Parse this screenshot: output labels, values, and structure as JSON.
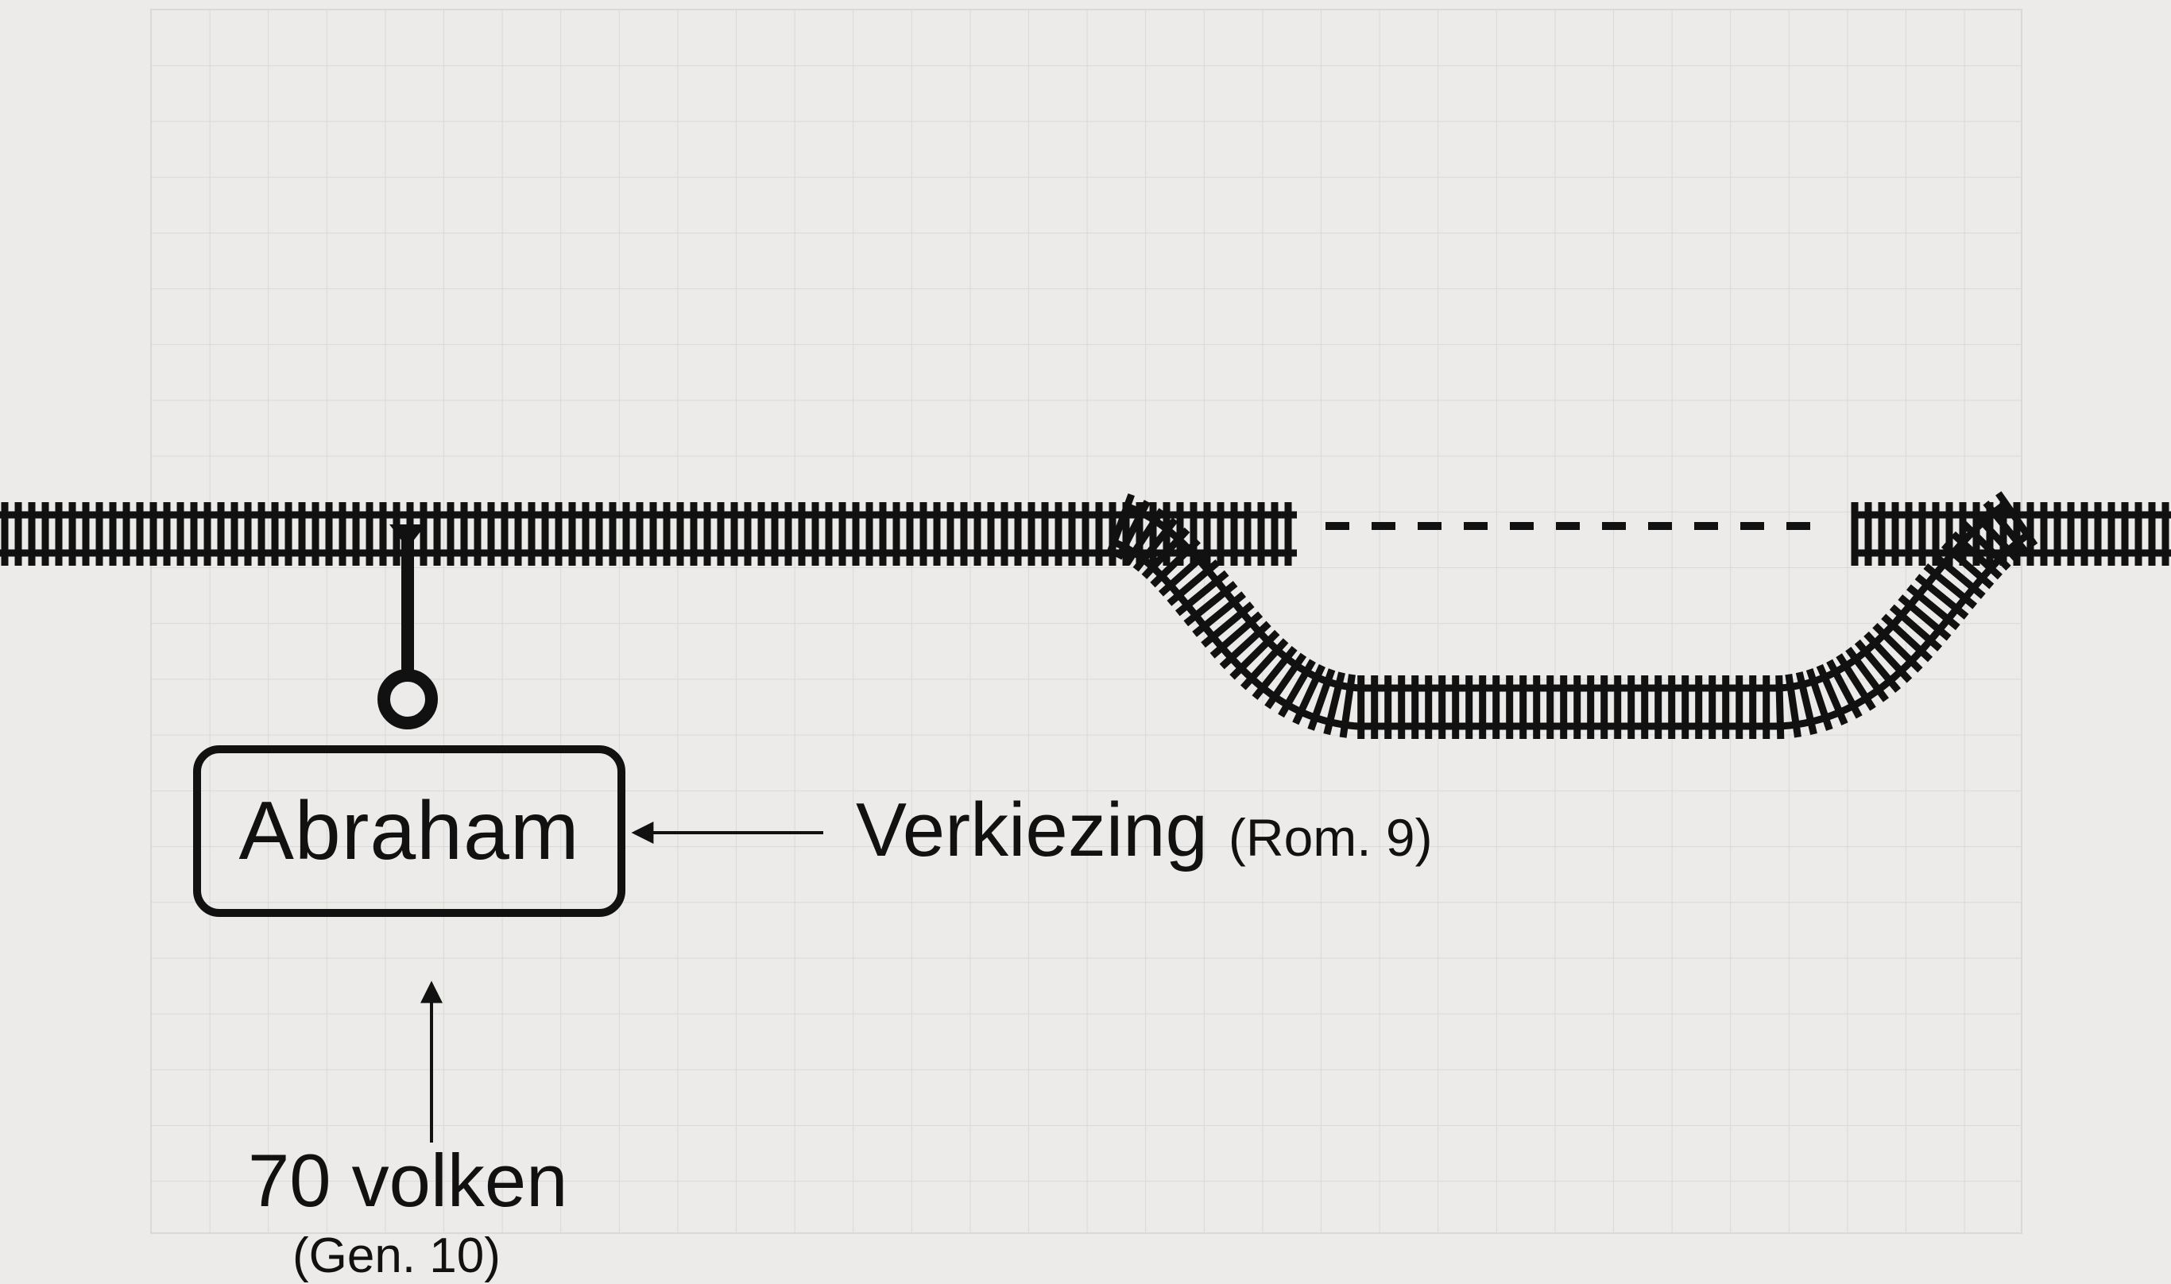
{
  "diagram": {
    "box_label": "Abraham",
    "election_label": "Verkiezing",
    "election_reference": "(Rom. 9)",
    "nations_label": "70 volken",
    "nations_reference": "(Gen. 10)"
  },
  "colors": {
    "background": "#ecebe9",
    "grid": "#dad9d6",
    "ink": "#111111"
  }
}
